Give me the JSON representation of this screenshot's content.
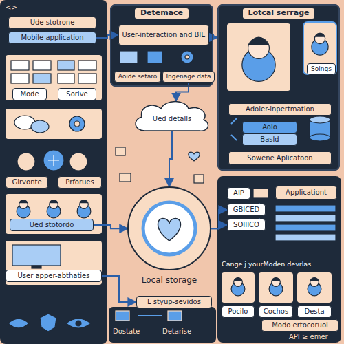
{
  "diagram": {
    "nodes": [
      {
        "text": [
          "Ude stotrone"
        ]
      },
      {
        "text": [
          "Mobile application"
        ]
      },
      {
        "text": [
          "Mode"
        ]
      },
      {
        "text": [
          "Sorive"
        ]
      },
      {
        "text": [
          "Girvonte"
        ]
      },
      {
        "text": [
          "Prforues"
        ]
      },
      {
        "text": [
          "Ued stotordo"
        ]
      },
      {
        "text": [
          "User apper-abthaties"
        ]
      },
      {
        "text": [
          "Detemace"
        ]
      },
      {
        "text": [
          "User-interaction and BIE"
        ],
        "in": 8
      },
      {
        "text": [
          "Aoide setaro"
        ],
        "in": 8
      },
      {
        "text": [
          "Ingenage data"
        ],
        "in": 8
      },
      {
        "text": [
          "Ued detalls"
        ]
      },
      {
        "text": [
          "Lotcal serrage"
        ]
      },
      {
        "text": [
          "Solngs"
        ],
        "in": 13
      },
      {
        "text": [
          "Adoler-inpertmation"
        ],
        "in": 13
      },
      {
        "text": [
          "Aolo"
        ],
        "in": 13
      },
      {
        "text": [
          "Basld"
        ],
        "in": 13
      },
      {
        "text": [
          "Sowene Aplicatoon"
        ],
        "in": 13
      },
      {
        "text": [
          "AIP"
        ]
      },
      {
        "text": [
          "Applicationt"
        ]
      },
      {
        "text": [
          "GBICED"
        ]
      },
      {
        "text": [
          "SOIIICO"
        ]
      },
      {
        "text": [
          "Local storage"
        ]
      },
      {
        "text": [
          "L styup-sevidos"
        ]
      },
      {
        "text": [
          "Pocilo"
        ]
      },
      {
        "text": [
          "Cochos"
        ]
      },
      {
        "text": [
          "Desta"
        ]
      },
      {
        "text": [
          "Modo ertocoruol"
        ]
      }
    ],
    "edges": [
      {
        "from": 1,
        "to": 9,
        "arrow": "to"
      },
      {
        "from": 9,
        "to": 13,
        "arrow": "to"
      },
      {
        "from": 11,
        "to": 12,
        "arrow": "to"
      },
      {
        "from": 12,
        "to": 23,
        "arrow": "to"
      },
      {
        "from": 6,
        "to": 23,
        "arrow": "to"
      },
      {
        "from": 23,
        "to": 21,
        "arrow": "to"
      },
      {
        "from": 23,
        "to": 22,
        "arrow": "to"
      },
      {
        "from": 7,
        "to": 24,
        "arrow": "to"
      }
    ],
    "labels": [
      "<>",
      "Cange j yourModen devrlas",
      "Dostate",
      "Detarise",
      "API ≥ emer"
    ]
  }
}
